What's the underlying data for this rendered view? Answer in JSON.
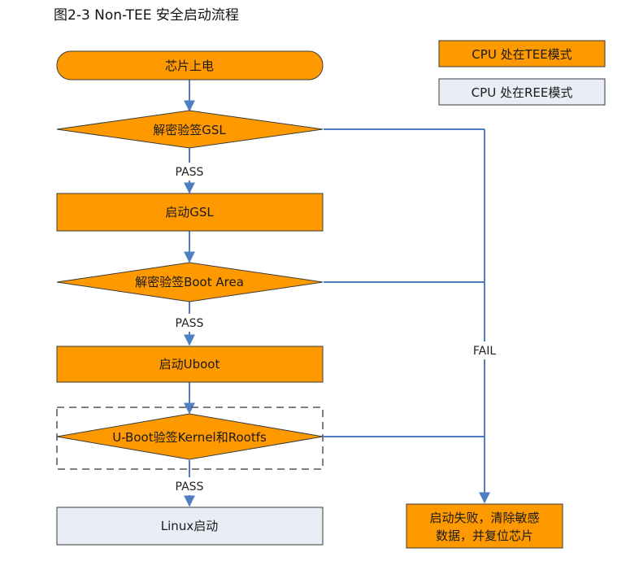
{
  "title": "图2-3 Non-TEE 安全启动流程",
  "colors": {
    "tee": "#FF9900",
    "ree": "#E9EEF6",
    "edge": "#4F7FC0",
    "stroke": "#3a3a3a"
  },
  "legend": {
    "tee": "CPU 处在TEE模式",
    "ree": "CPU 处在REE模式"
  },
  "nodes": {
    "power_on": "芯片上电",
    "verify_gsl": "解密验签GSL",
    "start_gsl": "启动GSL",
    "verify_boot_area": "解密验签Boot Area",
    "start_uboot": "启动Uboot",
    "verify_kernel": "U-Boot验签Kernel和Rootfs",
    "linux_start": "Linux启动",
    "fail_line1": "启动失败，清除敏感",
    "fail_line2": "数据，并复位芯片"
  },
  "edge_labels": {
    "pass1": "PASS",
    "pass2": "PASS",
    "pass3": "PASS",
    "fail": "FAIL"
  }
}
